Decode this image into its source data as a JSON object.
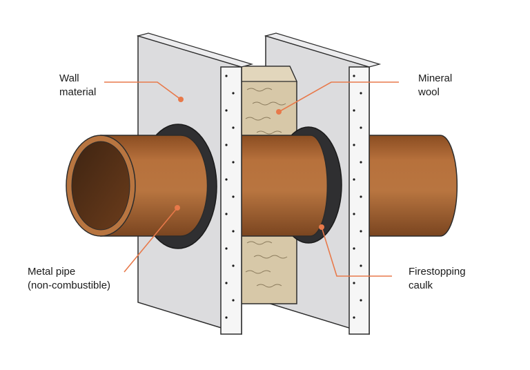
{
  "labels": {
    "wall_material": {
      "line1": "Wall",
      "line2": "material"
    },
    "mineral_wool": {
      "line1": "Mineral",
      "line2": "wool"
    },
    "metal_pipe": {
      "line1": "Metal pipe",
      "line2": "(non-combustible)"
    },
    "firestopping_caulk": {
      "line1": "Firestopping",
      "line2": "caulk"
    }
  },
  "colors": {
    "leader": "#e8794a",
    "wall_face": "#dcdcde",
    "wall_edge": "#f4f4f4",
    "outline": "#2b2b2b",
    "wool": "#d7c8a8",
    "pipe_mid": "#b7713c",
    "pipe_dark": "#6e3f1c",
    "pipe_inner": "#4a2a14",
    "caulk": "#2f2f31"
  }
}
